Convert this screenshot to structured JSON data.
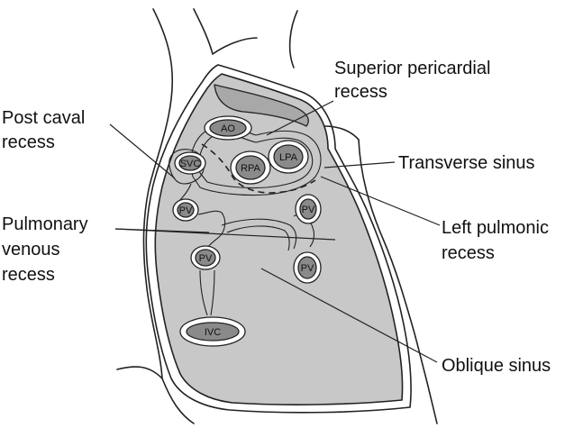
{
  "labels": {
    "superior_pericardial_recess_line1": "Superior pericardial",
    "superior_pericardial_recess_line2": "recess",
    "post_caval_recess_line1": "Post caval",
    "post_caval_recess_line2": "recess",
    "transverse_sinus": "Transverse sinus",
    "pulmonary_venous_recess_line1": "Pulmonary",
    "pulmonary_venous_recess_line2": "venous",
    "pulmonary_venous_recess_line3": "recess",
    "left_pulmonic_recess_line1": "Left pulmonic",
    "left_pulmonic_recess_line2": "recess",
    "oblique_sinus": "Oblique sinus"
  },
  "vessels": {
    "ao": "AO",
    "svc": "SVC",
    "rpa": "RPA",
    "lpa": "LPA",
    "pv_upper_left": "PV",
    "pv_upper_right": "PV",
    "pv_lower_left": "PV",
    "pv_lower_right": "PV",
    "ivc": "IVC"
  },
  "colors": {
    "sac_fill": "#c8c8c8",
    "vessel_fill": "#8a8a8a",
    "line": "#222222",
    "background": "#ffffff"
  }
}
